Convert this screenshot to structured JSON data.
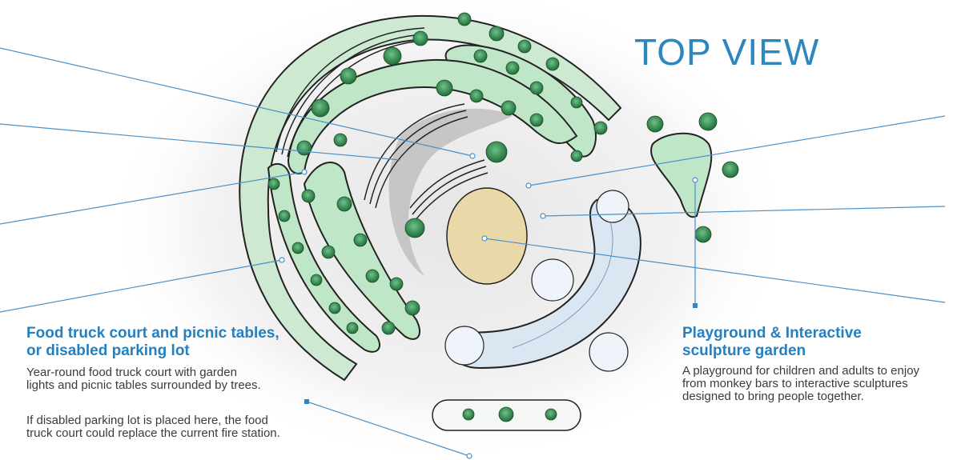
{
  "title": "TOP VIEW",
  "callouts": {
    "food_truck": {
      "heading": "Food truck court and picnic tables, or disabled parking lot",
      "paragraph1": "Year-round food truck court with garden lights and picnic tables surrounded by trees.",
      "paragraph2": "If disabled parking lot is placed here, the food truck court could replace the current fire station."
    },
    "playground": {
      "heading": "Playground & Interactive sculpture garden",
      "paragraph1": "A playground for children and adults to enjoy from monkey bars to interactive sculptures designed to bring people together."
    }
  },
  "colors": {
    "accent": "#2e86c1",
    "greenery": "#bfe6c6",
    "tree": "#2e8a4a",
    "plaza": "#e9d9a9",
    "slide": "#d6e4f0",
    "leader": "#4a90c8"
  }
}
